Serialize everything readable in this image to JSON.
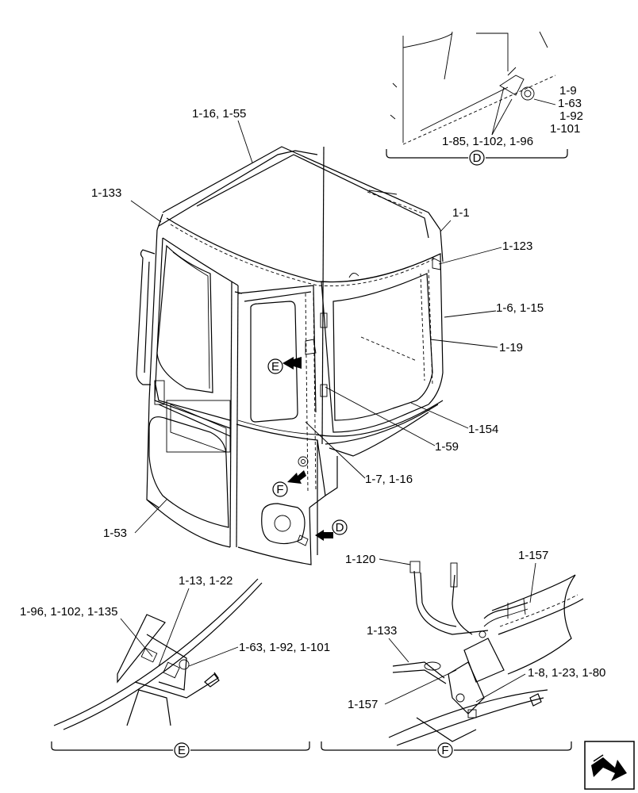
{
  "callouts": {
    "c_1_16_1_55": "1-16, 1-55",
    "c_1_133_top": "1-133",
    "c_1_1": "1-1",
    "c_1_123": "1-123",
    "c_1_6_1_15": "1-6, 1-15",
    "c_1_19": "1-19",
    "c_1_154": "1-154",
    "c_1_59": "1-59",
    "c_1_7_1_16": "1-7, 1-16",
    "c_1_53": "1-53",
    "d_1_9": "1-9",
    "d_1_63": "1-63",
    "d_1_92": "1-92",
    "d_1_101": "1-101",
    "d_1_85": "1-85, 1-102, 1-96",
    "e_1_13": "1-13, 1-22",
    "e_1_96": "1-96, 1-102, 1-135",
    "e_1_63": "1-63, 1-92, 1-101",
    "f_1_120": "1-120",
    "f_1_157_top": "1-157",
    "f_1_133": "1-133",
    "f_1_8": "1-8, 1-23, 1-80",
    "f_1_157_bot": "1-157"
  },
  "view_markers": {
    "D": "D",
    "E": "E",
    "F": "F"
  },
  "nav_icon": "next-page-arrow-icon"
}
